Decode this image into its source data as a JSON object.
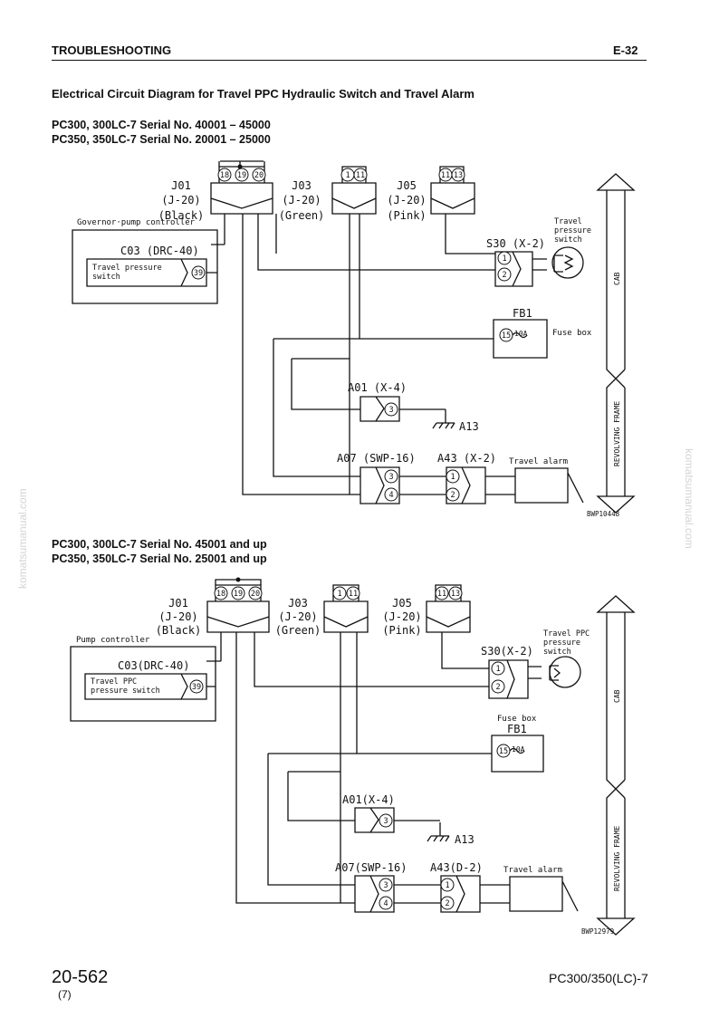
{
  "header": {
    "section": "TROUBLESHOOTING",
    "code": "E-32"
  },
  "title": "Electrical Circuit Diagram for Travel PPC Hydraulic Switch and Travel Alarm",
  "watermark": "komatsumanual.com",
  "diagram1": {
    "serial_line1": "PC300, 300LC-7 Serial No. 40001 – 45000",
    "serial_line2": "PC350, 350LC-7 Serial No. 20001 – 25000",
    "j01": {
      "name": "J01",
      "code": "(J-20)",
      "color": "(Black)",
      "pins": [
        "18",
        "19",
        "20"
      ]
    },
    "j03": {
      "name": "J03",
      "code": "(J-20)",
      "color": "(Green)",
      "pins": [
        "1",
        "11"
      ]
    },
    "j05": {
      "name": "J05",
      "code": "(J-20)",
      "color": "(Pink)",
      "pins": [
        "11",
        "13"
      ]
    },
    "controller_label": "Governor·pump controller",
    "c03": {
      "name": "C03 (DRC-40)",
      "inner_line1": "Travel pressure",
      "inner_line2": "switch",
      "pin": "39"
    },
    "s30": {
      "name": "S30 (X-2)",
      "pins": [
        "1",
        "2"
      ],
      "label_line1": "Travel",
      "label_line2": "pressure",
      "label_line3": "switch"
    },
    "fb1": {
      "name": "FB1",
      "pin": "15",
      "rating": "10A",
      "label": "Fuse box"
    },
    "a01": {
      "name": "A01 (X-4)",
      "pin": "3",
      "ground": "A13"
    },
    "a07": {
      "name": "A07 (SWP-16)",
      "pins": [
        "3",
        "4"
      ]
    },
    "a43": {
      "name": "A43 (X-2)",
      "pins": [
        "1",
        "2"
      ]
    },
    "alarm": "Travel alarm",
    "zone_cab": "CAB",
    "zone_frame": "REVOLVING FRAME",
    "drawing_no": "BWP10448"
  },
  "diagram2": {
    "serial_line1": "PC300, 300LC-7 Serial No. 45001 and up",
    "serial_line2": "PC350, 350LC-7 Serial No. 25001 and up",
    "j01": {
      "name": "J01",
      "code": "(J-20)",
      "color": "(Black)",
      "pins": [
        "18",
        "19",
        "20"
      ]
    },
    "j03": {
      "name": "J03",
      "code": "(J-20)",
      "color": "(Green)",
      "pins": [
        "1",
        "11"
      ]
    },
    "j05": {
      "name": "J05",
      "code": "(J-20)",
      "color": "(Pink)",
      "pins": [
        "11",
        "13"
      ]
    },
    "controller_label": "Pump controller",
    "c03": {
      "name": "C03(DRC-40)",
      "inner_line1": "Travel PPC",
      "inner_line2": "pressure switch",
      "pin": "39"
    },
    "s30": {
      "name": "S30(X-2)",
      "pins": [
        "1",
        "2"
      ],
      "label_line1": "Travel PPC",
      "label_line2": "pressure",
      "label_line3": "switch"
    },
    "fb1": {
      "name": "FB1",
      "pin": "15",
      "rating": "10A",
      "label": "Fuse box"
    },
    "a01": {
      "name": "A01(X-4)",
      "pin": "3",
      "ground": "A13"
    },
    "a07": {
      "name": "A07(SWP-16)",
      "pins": [
        "3",
        "4"
      ]
    },
    "a43": {
      "name": "A43(D-2)",
      "pins": [
        "1",
        "2"
      ]
    },
    "alarm": "Travel alarm",
    "zone_cab": "CAB",
    "zone_frame": "REVOLVING FRAME",
    "drawing_no": "BWP12979"
  },
  "footer": {
    "page": "20-562",
    "page_sub": "(7)",
    "model": "PC300/350(LC)-7"
  }
}
